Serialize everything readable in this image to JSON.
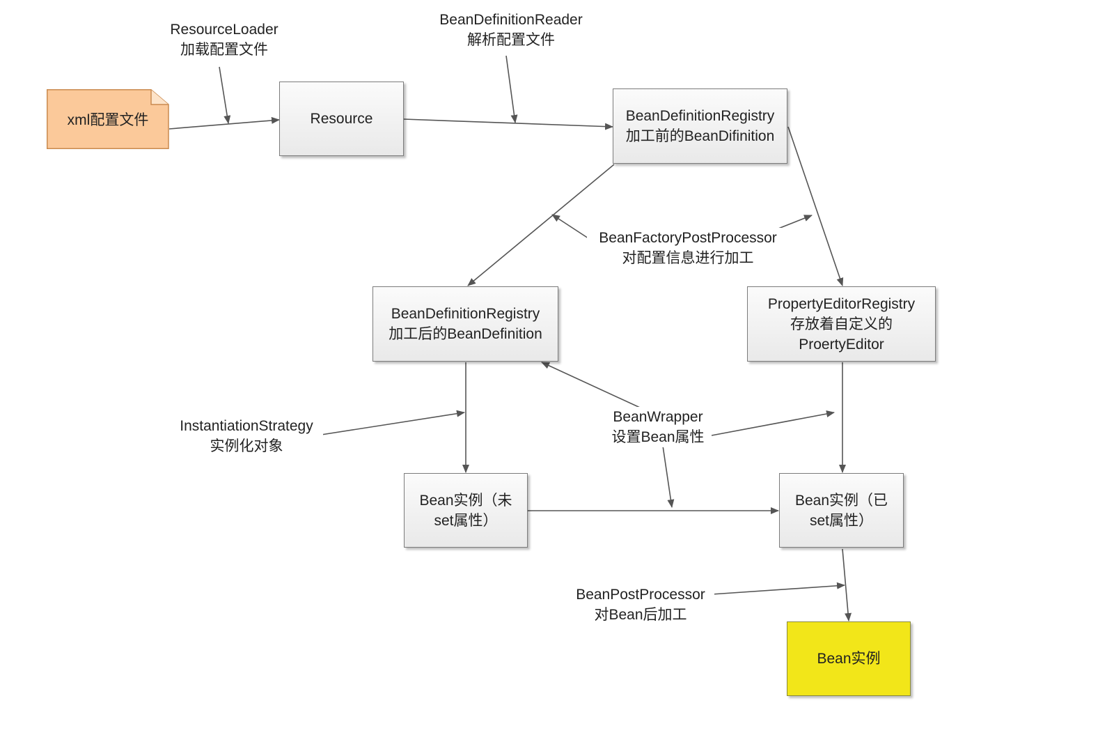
{
  "nodes": {
    "xml": "xml配置文件",
    "resource": "Resource",
    "registry_before": [
      "BeanDefinitionRegistry",
      "加工前的BeanDifinition"
    ],
    "registry_after": [
      "BeanDefinitionRegistry",
      "加工后的BeanDefinition"
    ],
    "property_editor": [
      "PropertyEditorRegistry",
      "存放着自定义的",
      "ProertyEditor"
    ],
    "bean_unset": [
      "Bean实例（未",
      "set属性）"
    ],
    "bean_set": [
      "Bean实例（已",
      "set属性）"
    ],
    "bean_final": "Bean实例"
  },
  "labels": {
    "resource_loader": [
      "ResourceLoader",
      "加载配置文件"
    ],
    "definition_reader": [
      "BeanDefinitionReader",
      "解析配置文件"
    ],
    "factory_post_processor": [
      "BeanFactoryPostProcessor",
      "对配置信息进行加工"
    ],
    "instantiation_strategy": [
      "InstantiationStrategy",
      "实例化对象"
    ],
    "bean_wrapper": [
      "BeanWrapper",
      "设置Bean属性"
    ],
    "bean_post_processor": [
      "BeanPostProcessor",
      "对Bean后加工"
    ]
  },
  "colors": {
    "xml_fill": "#fbc99a",
    "xml_border": "#c98a4f",
    "final_fill": "#f2e619",
    "line": "#555555"
  }
}
